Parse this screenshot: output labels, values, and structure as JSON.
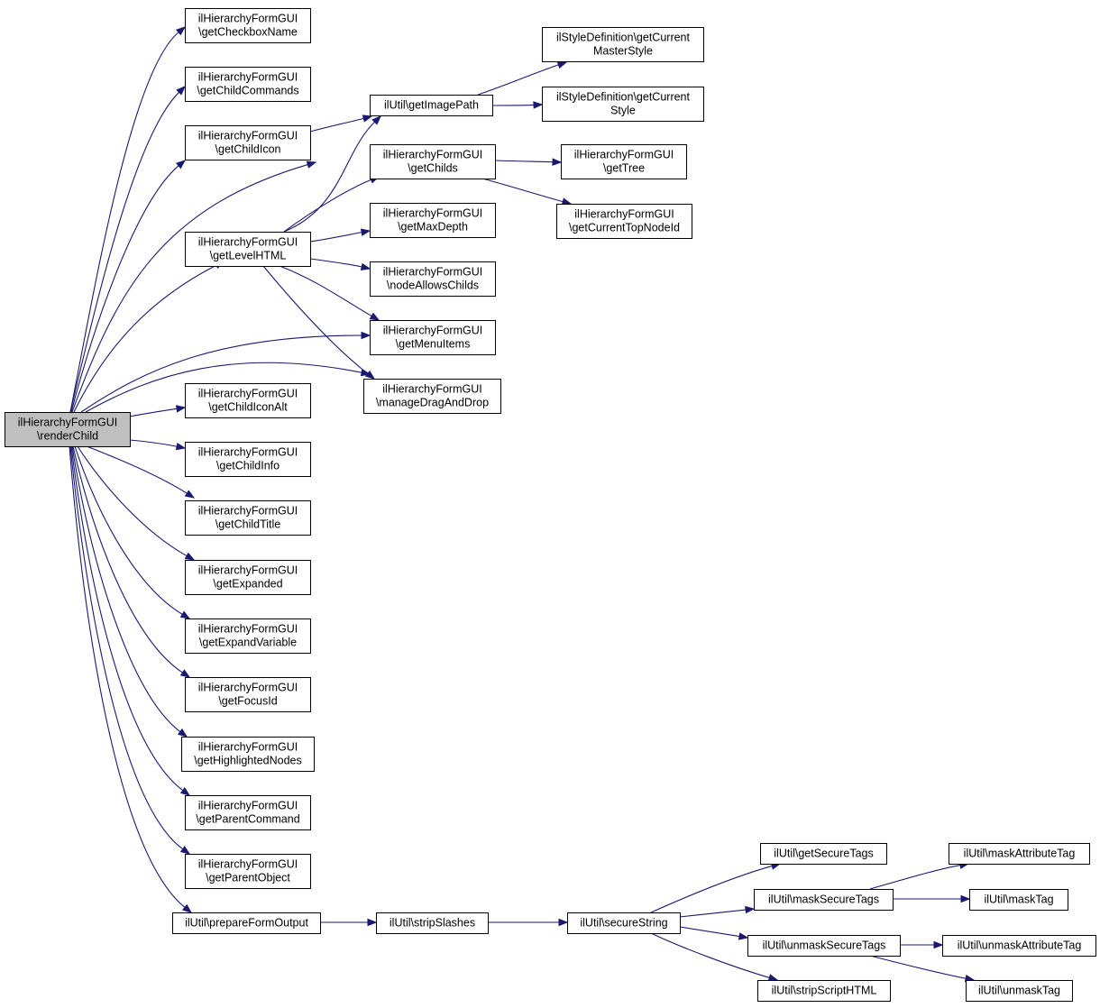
{
  "graph": {
    "colors": {
      "edge": "#191970",
      "root_fill": "#bfbfbf",
      "node_fill": "#ffffff",
      "node_border": "#000000"
    },
    "root": "renderChild",
    "nodes": [
      {
        "id": "renderChild",
        "lines": [
          "ilHierarchyFormGUI",
          "\\renderChild"
        ]
      },
      {
        "id": "getCheckboxName",
        "lines": [
          "ilHierarchyFormGUI",
          "\\getCheckboxName"
        ]
      },
      {
        "id": "getChildCommands",
        "lines": [
          "ilHierarchyFormGUI",
          "\\getChildCommands"
        ]
      },
      {
        "id": "getChildIcon",
        "lines": [
          "ilHierarchyFormGUI",
          "\\getChildIcon"
        ]
      },
      {
        "id": "getLevelHTML",
        "lines": [
          "ilHierarchyFormGUI",
          "\\getLevelHTML"
        ]
      },
      {
        "id": "getChildIconAlt",
        "lines": [
          "ilHierarchyFormGUI",
          "\\getChildIconAlt"
        ]
      },
      {
        "id": "getChildInfo",
        "lines": [
          "ilHierarchyFormGUI",
          "\\getChildInfo"
        ]
      },
      {
        "id": "getChildTitle",
        "lines": [
          "ilHierarchyFormGUI",
          "\\getChildTitle"
        ]
      },
      {
        "id": "getExpanded",
        "lines": [
          "ilHierarchyFormGUI",
          "\\getExpanded"
        ]
      },
      {
        "id": "getExpandVariable",
        "lines": [
          "ilHierarchyFormGUI",
          "\\getExpandVariable"
        ]
      },
      {
        "id": "getFocusId",
        "lines": [
          "ilHierarchyFormGUI",
          "\\getFocusId"
        ]
      },
      {
        "id": "getHighlightedNodes",
        "lines": [
          "ilHierarchyFormGUI",
          "\\getHighlightedNodes"
        ]
      },
      {
        "id": "getParentCommand",
        "lines": [
          "ilHierarchyFormGUI",
          "\\getParentCommand"
        ]
      },
      {
        "id": "getParentObject",
        "lines": [
          "ilHierarchyFormGUI",
          "\\getParentObject"
        ]
      },
      {
        "id": "prepareFormOutput",
        "lines": [
          "ilUtil\\prepareFormOutput"
        ]
      },
      {
        "id": "getImagePath",
        "lines": [
          "ilUtil\\getImagePath"
        ]
      },
      {
        "id": "getChilds",
        "lines": [
          "ilHierarchyFormGUI",
          "\\getChilds"
        ]
      },
      {
        "id": "getMaxDepth",
        "lines": [
          "ilHierarchyFormGUI",
          "\\getMaxDepth"
        ]
      },
      {
        "id": "nodeAllowsChilds",
        "lines": [
          "ilHierarchyFormGUI",
          "\\nodeAllowsChilds"
        ]
      },
      {
        "id": "getMenuItems",
        "lines": [
          "ilHierarchyFormGUI",
          "\\getMenuItems"
        ]
      },
      {
        "id": "manageDragAndDrop",
        "lines": [
          "ilHierarchyFormGUI",
          "\\manageDragAndDrop"
        ]
      },
      {
        "id": "getCurrentMasterStyle",
        "lines": [
          "ilStyleDefinition\\getCurrent",
          "MasterStyle"
        ]
      },
      {
        "id": "getCurrentStyle",
        "lines": [
          "ilStyleDefinition\\getCurrent",
          "Style"
        ]
      },
      {
        "id": "getTree",
        "lines": [
          "ilHierarchyFormGUI",
          "\\getTree"
        ]
      },
      {
        "id": "getCurrentTopNodeId",
        "lines": [
          "ilHierarchyFormGUI",
          "\\getCurrentTopNodeId"
        ]
      },
      {
        "id": "stripSlashes",
        "lines": [
          "ilUtil\\stripSlashes"
        ]
      },
      {
        "id": "secureString",
        "lines": [
          "ilUtil\\secureString"
        ]
      },
      {
        "id": "getSecureTags",
        "lines": [
          "ilUtil\\getSecureTags"
        ]
      },
      {
        "id": "maskSecureTags",
        "lines": [
          "ilUtil\\maskSecureTags"
        ]
      },
      {
        "id": "unmaskSecureTags",
        "lines": [
          "ilUtil\\unmaskSecureTags"
        ]
      },
      {
        "id": "stripScriptHTML",
        "lines": [
          "ilUtil\\stripScriptHTML"
        ]
      },
      {
        "id": "maskAttributeTag",
        "lines": [
          "ilUtil\\maskAttributeTag"
        ]
      },
      {
        "id": "maskTag",
        "lines": [
          "ilUtil\\maskTag"
        ]
      },
      {
        "id": "unmaskAttributeTag",
        "lines": [
          "ilUtil\\unmaskAttributeTag"
        ]
      },
      {
        "id": "unmaskTag",
        "lines": [
          "ilUtil\\unmaskTag"
        ]
      }
    ],
    "edges": [
      [
        "renderChild",
        "getCheckboxName"
      ],
      [
        "renderChild",
        "getChildCommands"
      ],
      [
        "renderChild",
        "getChildIcon"
      ],
      [
        "renderChild",
        "getImagePath"
      ],
      [
        "renderChild",
        "getLevelHTML"
      ],
      [
        "renderChild",
        "getMenuItems"
      ],
      [
        "renderChild",
        "manageDragAndDrop"
      ],
      [
        "renderChild",
        "getChildIconAlt"
      ],
      [
        "renderChild",
        "getChildInfo"
      ],
      [
        "renderChild",
        "getChildTitle"
      ],
      [
        "renderChild",
        "getExpanded"
      ],
      [
        "renderChild",
        "getExpandVariable"
      ],
      [
        "renderChild",
        "getFocusId"
      ],
      [
        "renderChild",
        "getHighlightedNodes"
      ],
      [
        "renderChild",
        "getParentCommand"
      ],
      [
        "renderChild",
        "getParentObject"
      ],
      [
        "renderChild",
        "prepareFormOutput"
      ],
      [
        "getChildIcon",
        "getImagePath"
      ],
      [
        "getLevelHTML",
        "getImagePath"
      ],
      [
        "getLevelHTML",
        "getChilds"
      ],
      [
        "getLevelHTML",
        "getMaxDepth"
      ],
      [
        "getLevelHTML",
        "nodeAllowsChilds"
      ],
      [
        "getLevelHTML",
        "getMenuItems"
      ],
      [
        "getLevelHTML",
        "manageDragAndDrop"
      ],
      [
        "getImagePath",
        "getCurrentMasterStyle"
      ],
      [
        "getImagePath",
        "getCurrentStyle"
      ],
      [
        "getChilds",
        "getTree"
      ],
      [
        "getChilds",
        "getCurrentTopNodeId"
      ],
      [
        "prepareFormOutput",
        "stripSlashes"
      ],
      [
        "stripSlashes",
        "secureString"
      ],
      [
        "secureString",
        "getSecureTags"
      ],
      [
        "secureString",
        "maskSecureTags"
      ],
      [
        "secureString",
        "unmaskSecureTags"
      ],
      [
        "secureString",
        "stripScriptHTML"
      ],
      [
        "maskSecureTags",
        "maskAttributeTag"
      ],
      [
        "maskSecureTags",
        "maskTag"
      ],
      [
        "unmaskSecureTags",
        "unmaskAttributeTag"
      ],
      [
        "unmaskSecureTags",
        "unmaskTag"
      ]
    ]
  }
}
